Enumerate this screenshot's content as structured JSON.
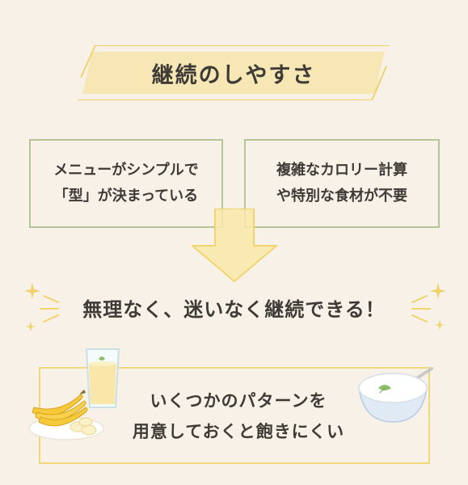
{
  "title": "継続のしやすさ",
  "points": [
    {
      "lines": [
        "メニューがシンプルで",
        "「型」が決まっている"
      ]
    },
    {
      "lines": [
        "複雑なカロリー計算",
        "や特別な食材が不要"
      ]
    }
  ],
  "result": "無理なく、迷いなく継続できる！",
  "tip": {
    "lines": [
      "いくつかのパターンを",
      "用意しておくと飽きにくい"
    ]
  },
  "illustrations": [
    "banana-icon",
    "smoothie-glass-icon",
    "yogurt-bowl-icon"
  ],
  "colors": {
    "background": "#f7f1e7",
    "banner_fill": "#f6e7b4",
    "banner_line": "#f0d36a",
    "box_border": "#b6c597",
    "arrow_fill": "#f8e9a8",
    "arrow_border": "#f2d46e",
    "text": "#3e3a36"
  }
}
